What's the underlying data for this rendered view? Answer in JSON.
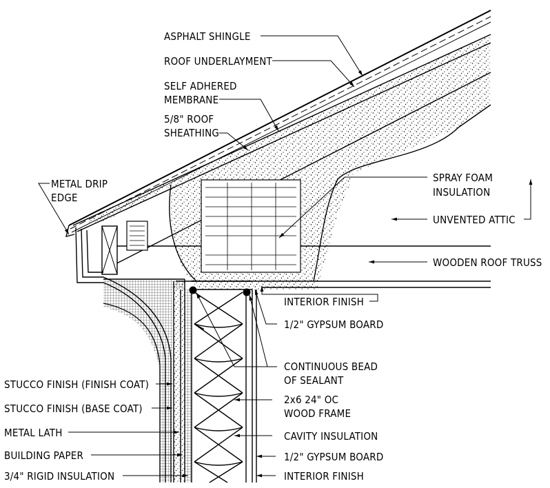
{
  "diagram": {
    "labels": {
      "asphalt_shingle": "ASPHALT SHINGLE",
      "roof_underlayment": "ROOF UNDERLAYMENT",
      "self_adhered_1": "SELF ADHERED",
      "self_adhered_2": "MEMBRANE",
      "sheathing_1": "5/8\" ROOF",
      "sheathing_2": "SHEATHING",
      "drip_1": "METAL DRIP",
      "drip_2": "EDGE",
      "spray_foam_1": "SPRAY FOAM",
      "spray_foam_2": "INSULATION",
      "unvented_attic": "UNVENTED ATTIC",
      "wooden_roof_truss": "WOODEN ROOF TRUSS",
      "interior_finish_top": "INTERIOR FINISH",
      "gypsum_top": "1/2\" GYPSUM BOARD",
      "sealant_1": "CONTINUOUS BEAD",
      "sealant_2": "OF SEALANT",
      "wood_frame_1": "2x6 24\" OC",
      "wood_frame_2": "WOOD FRAME",
      "cavity_insulation": "CAVITY INSULATION",
      "gypsum_bottom": "1/2\" GYPSUM BOARD",
      "interior_finish_bottom": "INTERIOR FINISH",
      "stucco_finish": "STUCCO FINISH (FINISH COAT)",
      "stucco_base": "STUCCO FINISH (BASE COAT)",
      "metal_lath": "METAL LATH",
      "building_paper": "BUILDING PAPER",
      "rigid_insulation": "3/4\" RIGID INSULATION"
    }
  }
}
